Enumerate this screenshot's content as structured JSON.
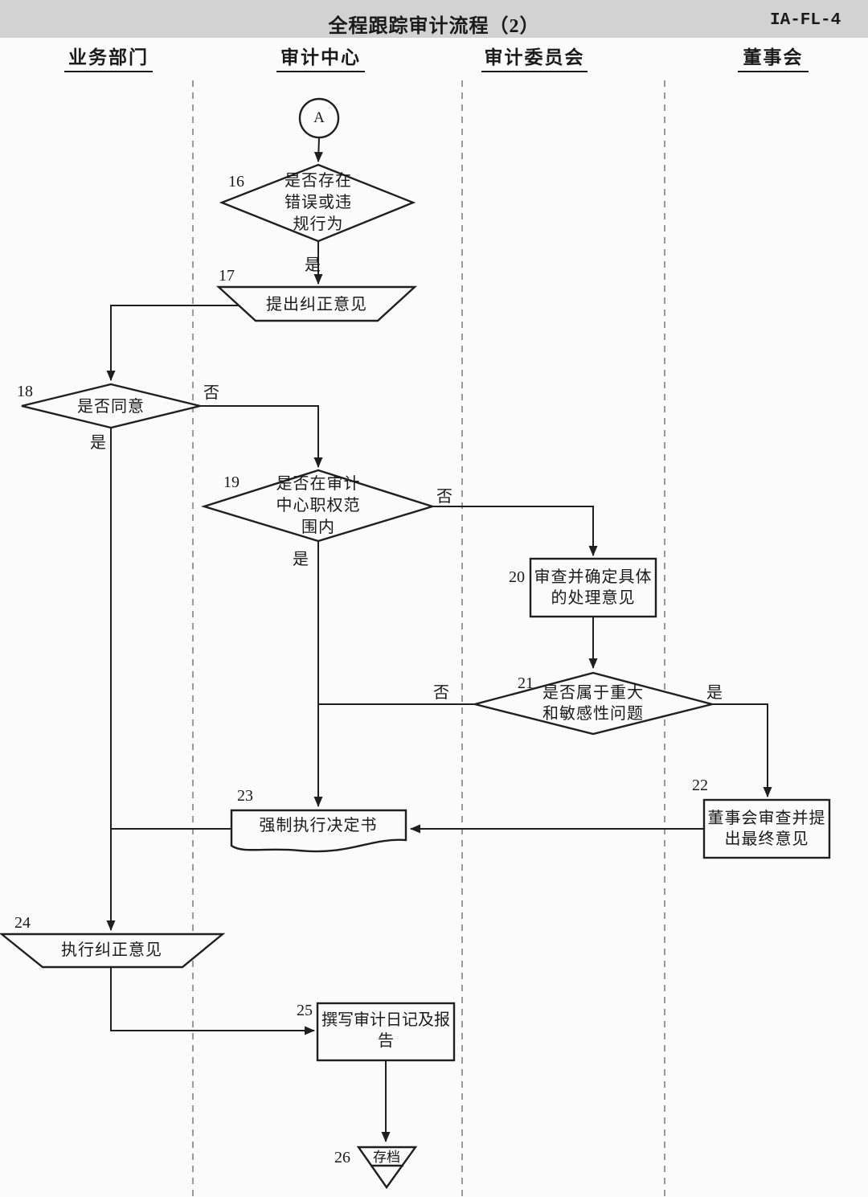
{
  "header": {
    "title": "全程跟踪审计流程（2）",
    "doc_id": "IA-FL-4"
  },
  "lanes": [
    {
      "label": "业务部门"
    },
    {
      "label": "审计中心"
    },
    {
      "label": "审计委员会"
    },
    {
      "label": "董事会"
    }
  ],
  "connector": {
    "label": "A"
  },
  "nodes": {
    "n16": {
      "id": "16",
      "label": "是否存在错误或违规行为"
    },
    "n17": {
      "id": "17",
      "label": "提出纠正意见"
    },
    "n18": {
      "id": "18",
      "label": "是否同意"
    },
    "n19": {
      "id": "19",
      "label": "是否在审计中心职权范围内"
    },
    "n20": {
      "id": "20",
      "label": "审查并确定具体的处理意见"
    },
    "n21": {
      "id": "21",
      "label": "是否属于重大和敏感性问题"
    },
    "n22": {
      "id": "22",
      "label": "董事会审查并提出最终意见"
    },
    "n23": {
      "id": "23",
      "label": "强制执行决定书"
    },
    "n24": {
      "id": "24",
      "label": "执行纠正意见"
    },
    "n25": {
      "id": "25",
      "label": "撰写审计日记及报告"
    },
    "n26": {
      "id": "26",
      "label": "存档"
    }
  },
  "edge_labels": {
    "n16_yes": "是",
    "n18_no": "否",
    "n18_yes": "是",
    "n19_no": "否",
    "n19_yes": "是",
    "n21_no": "否",
    "n21_yes": "是"
  },
  "colors": {
    "header_bar": "#d2d2d2",
    "line": "#1f1f1f",
    "lane_divider": "#999999",
    "background": "#fbfbfb",
    "text": "#1a1a1a"
  }
}
